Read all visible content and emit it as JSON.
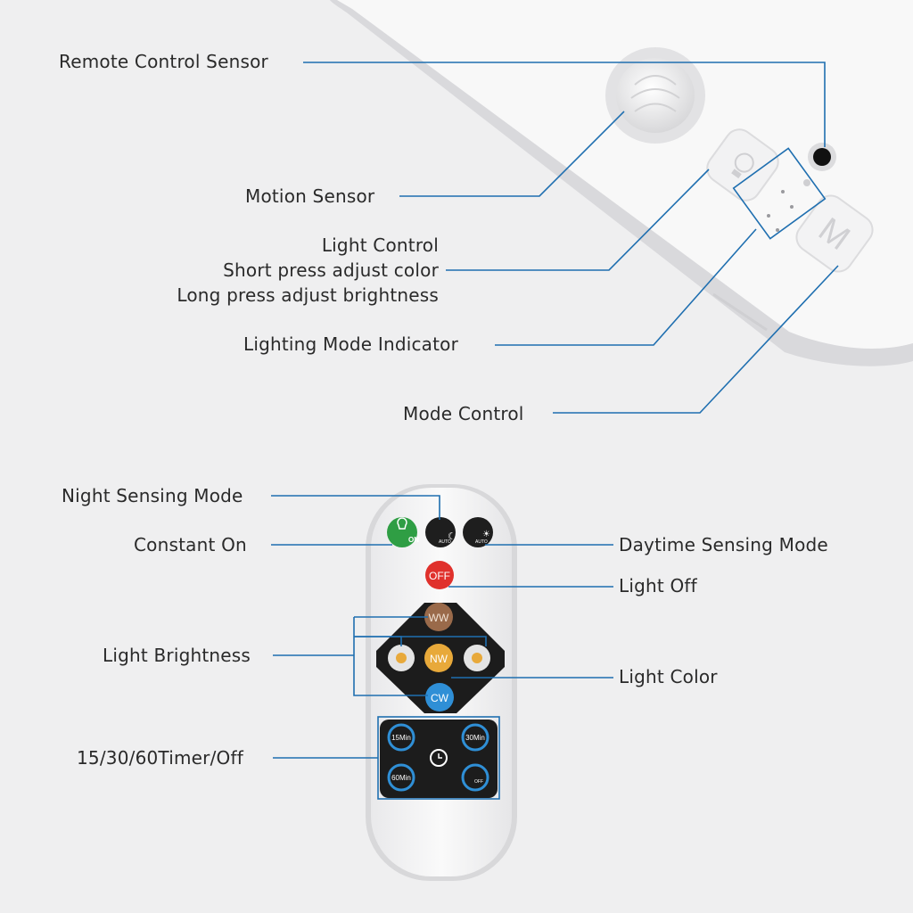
{
  "callouts": {
    "remote_control_sensor": "Remote Control Sensor",
    "motion_sensor": "Motion Sensor",
    "light_control_title": "Light Control",
    "light_control_short": "Short press adjust color",
    "light_control_long": "Long press adjust brightness",
    "lighting_mode_indicator": "Lighting Mode Indicator",
    "mode_control": "Mode Control",
    "night_sensing_mode": "Night Sensing Mode",
    "constant_on": "Constant On",
    "daytime_sensing_mode": "Daytime Sensing Mode",
    "light_off": "Light Off",
    "light_brightness": "Light Brightness",
    "light_color": "Light Color",
    "timer_off": "15/30/60Timer/Off"
  },
  "remote_buttons": {
    "on": "ON",
    "off": "OFF",
    "ww": "WW",
    "nw": "NW",
    "cw": "CW",
    "timer_15": "15Min",
    "timer_30": "30Min",
    "timer_60": "60Min",
    "timer_off": "OFF",
    "auto_left": "AUTO",
    "auto_right": "AUTO"
  },
  "device_buttons": {
    "mode_key": "M"
  },
  "colors": {
    "leader_line": "#1f6fb0",
    "on_button": "#2f9e44",
    "off_button": "#e0312c",
    "ww_button": "#9a6a4a",
    "nw_button": "#e8a93a",
    "cw_button": "#2f8fd6",
    "keypad": "#1c1c1c"
  }
}
